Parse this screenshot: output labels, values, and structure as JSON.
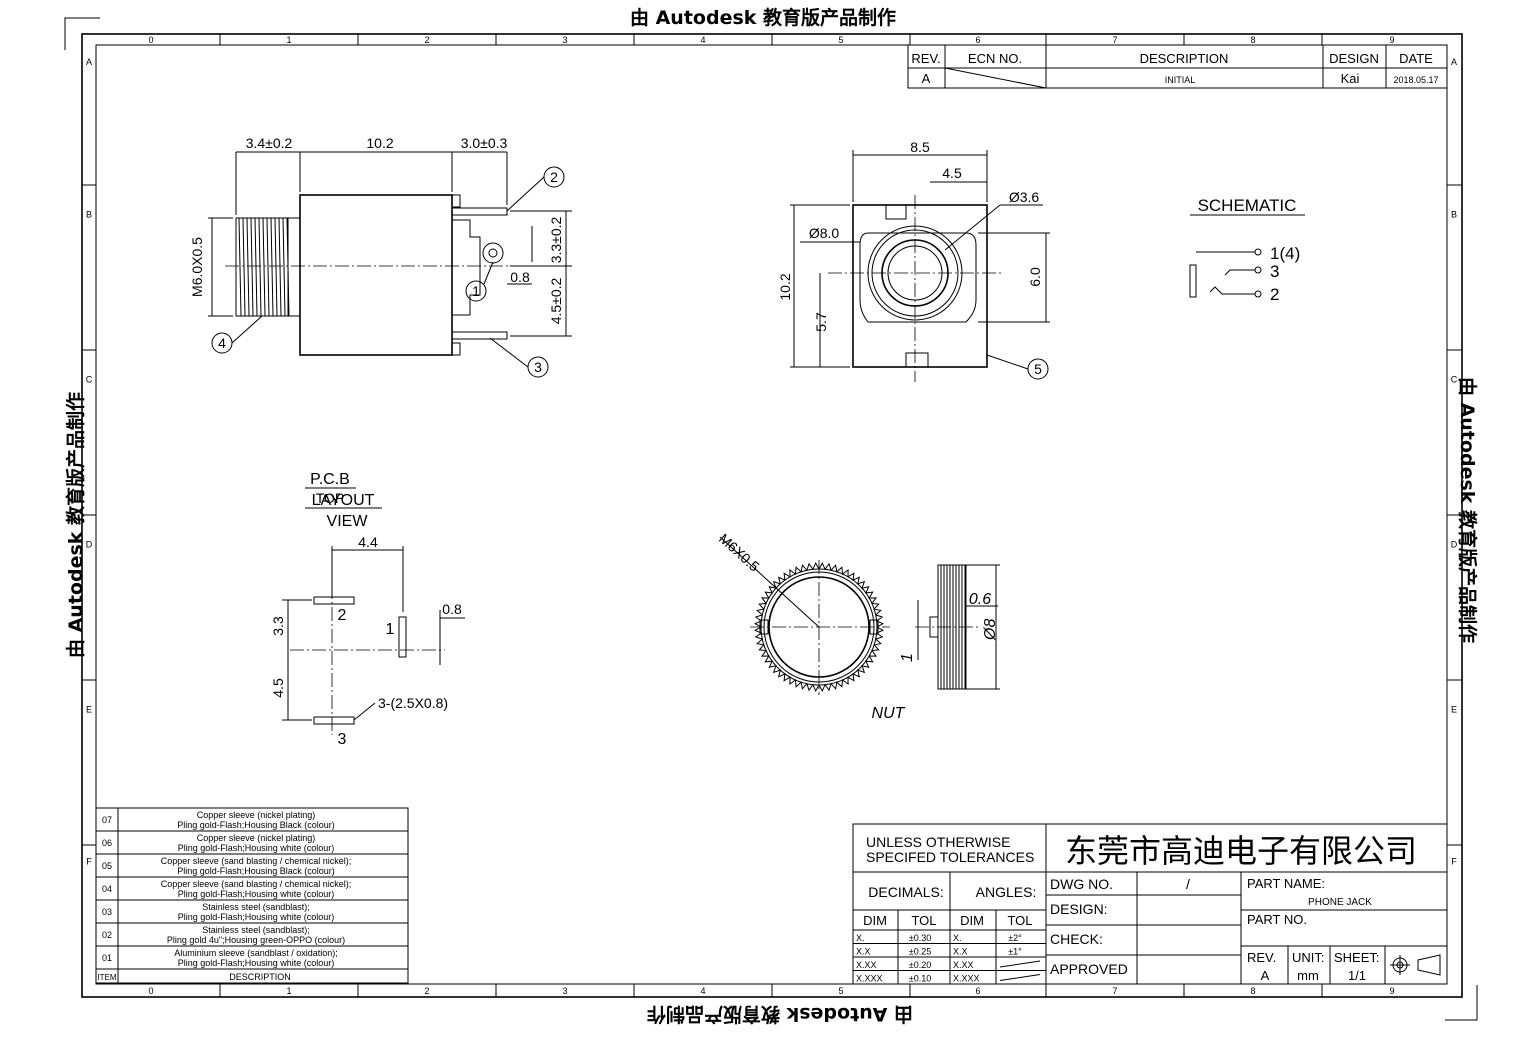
{
  "watermark": "由 Autodesk 教育版产品制作",
  "grid": {
    "cols": [
      "0",
      "1",
      "2",
      "3",
      "4",
      "5",
      "6",
      "7",
      "8",
      "9"
    ],
    "rows": [
      "A",
      "B",
      "C",
      "D",
      "E",
      "F"
    ]
  },
  "revision_table": {
    "headers": {
      "rev": "REV.",
      "ecn": "ECN NO.",
      "description": "DESCRIPTION",
      "design": "DESIGN",
      "date": "DATE"
    },
    "row": {
      "rev": "A",
      "ecn": "",
      "description": "INITIAL",
      "design": "Kai",
      "date": "2018.05.17"
    }
  },
  "side_view": {
    "dims": {
      "left": "3.4±0.2",
      "mid": "10.2",
      "right": "3.0±0.3",
      "thread": "M6.0X0.5",
      "h1": "3.3±0.2",
      "h2": "4.5±0.2",
      "pin": "0.8"
    },
    "callouts": [
      "1",
      "2",
      "3",
      "4"
    ]
  },
  "front_view": {
    "dims": {
      "width": "8.5",
      "half": "4.5",
      "hole": "Ø3.6",
      "ring": "Ø8.0",
      "height": "10.2",
      "center": "5.7",
      "right": "6.0"
    },
    "callout": "5"
  },
  "schematic": {
    "title": "SCHEMATIC",
    "pins": [
      "1(4)",
      "3",
      "2"
    ]
  },
  "pcb_layout": {
    "title": [
      "P.C.B",
      "LAYOUT",
      "TOP",
      "VIEW"
    ],
    "dims": {
      "width": "4.4",
      "pad": "0.8",
      "h1": "3.3",
      "h2": "4.5",
      "pads": "3-(2.5X0.8)"
    },
    "pins": [
      "1",
      "2",
      "3"
    ]
  },
  "nut": {
    "label": "NUT",
    "thread": "M6X0.5",
    "dims": {
      "thick": "0.6",
      "dia": "Ø8",
      "step": "1"
    }
  },
  "bom": {
    "item_header": "ITEM",
    "desc_header": "DESCRIPTION",
    "rows": [
      {
        "item": "07",
        "line1": "Copper sleeve (nickel plating)",
        "line2": "Pling gold-Flash;Housing Black (colour)"
      },
      {
        "item": "06",
        "line1": "Copper sleeve (nickel plating)",
        "line2": "Pling gold-Flash;Housing white (colour)"
      },
      {
        "item": "05",
        "line1": "Copper sleeve (sand blasting / chemical nickel);",
        "line2": "Pling gold-Flash;Housing Black (colour)"
      },
      {
        "item": "04",
        "line1": "Copper sleeve (sand blasting / chemical nickel);",
        "line2": "Pling gold-Flash;Housing white (colour)"
      },
      {
        "item": "03",
        "line1": "Stainless steel (sandblast);",
        "line2": "Pling gold-Flash;Housing white (colour)"
      },
      {
        "item": "02",
        "line1": "Stainless steel (sandblast);",
        "line2": "Pling gold 4u\";Housing green-OPPO (colour)"
      },
      {
        "item": "01",
        "line1": "Aluminium sleeve (sandblast / oxidation);",
        "line2": "Pling gold-Flash;Housing white (colour)"
      }
    ]
  },
  "title_block": {
    "tolerance_title": [
      "UNLESS OTHERWISE",
      "SPECIFED TOLERANCES"
    ],
    "decimals": "DECIMALS:",
    "angles": "ANGLES:",
    "dim": "DIM",
    "tol": "TOL",
    "dec_rows": [
      {
        "d": "X.",
        "t": "±0.30"
      },
      {
        "d": "X.X",
        "t": "±0.25"
      },
      {
        "d": "X.XX",
        "t": "±0.20"
      },
      {
        "d": "X.XXX",
        "t": "±0.10"
      }
    ],
    "ang_rows": [
      {
        "d": "X.",
        "t": "±2°"
      },
      {
        "d": "X.X",
        "t": "±1°"
      },
      {
        "d": "X.XX",
        "t": ""
      },
      {
        "d": "X.XXX",
        "t": ""
      }
    ],
    "company": "东莞市高迪电子有限公司",
    "dwg_no": "DWG NO.",
    "dwg_no_value": "/",
    "design": "DESIGN:",
    "check": "CHECK:",
    "approved": "APPROVED",
    "part_name": "PART NAME:",
    "part_name_value": "PHONE JACK",
    "part_no": "PART NO.",
    "rev": "REV.",
    "rev_value": "A",
    "unit": "UNIT:",
    "unit_value": "mm",
    "sheet": "SHEET:",
    "sheet_value": "1/1"
  }
}
